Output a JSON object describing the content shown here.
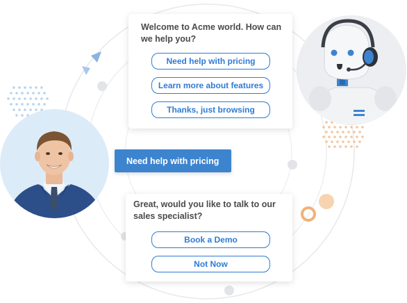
{
  "bot_card": {
    "message": "Welcome to Acme world. How can we help you?",
    "options": [
      {
        "label": "Need help with pricing"
      },
      {
        "label": "Learn more about features"
      },
      {
        "label": "Thanks, just browsing"
      }
    ]
  },
  "user_reply": {
    "text": "Need help with pricing"
  },
  "followup_card": {
    "message": "Great, would you like to talk to our sales specialist?",
    "options": [
      {
        "label": "Book a Demo"
      },
      {
        "label": "Not Now"
      }
    ]
  },
  "colors": {
    "accent": "#2f7bd3",
    "user_bubble": "#3d84cf",
    "dot_orange": "#f2b178",
    "dot_blue": "#9cc3e8",
    "ring": "#e4e6ea"
  },
  "icons": [
    "robot-avatar",
    "user-avatar",
    "paper-plane-icon"
  ]
}
